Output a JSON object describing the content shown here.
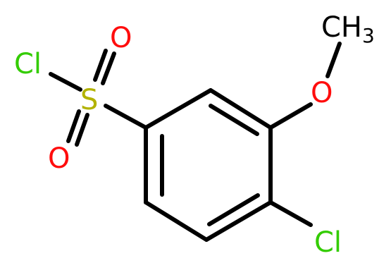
{
  "molecule": {
    "atoms": {
      "cl_sulfonyl": "Cl",
      "s": "S",
      "o_top": "O",
      "o_bottom": "O",
      "o_methoxy": "O",
      "ch3_main": "CH",
      "ch3_sub": "3",
      "cl_ring": "Cl"
    },
    "colors": {
      "bond": "#000000",
      "chlorine": "#33CC00",
      "sulfur": "#B2B200",
      "oxygen": "#FF0D0D",
      "carbon": "#000000"
    }
  }
}
